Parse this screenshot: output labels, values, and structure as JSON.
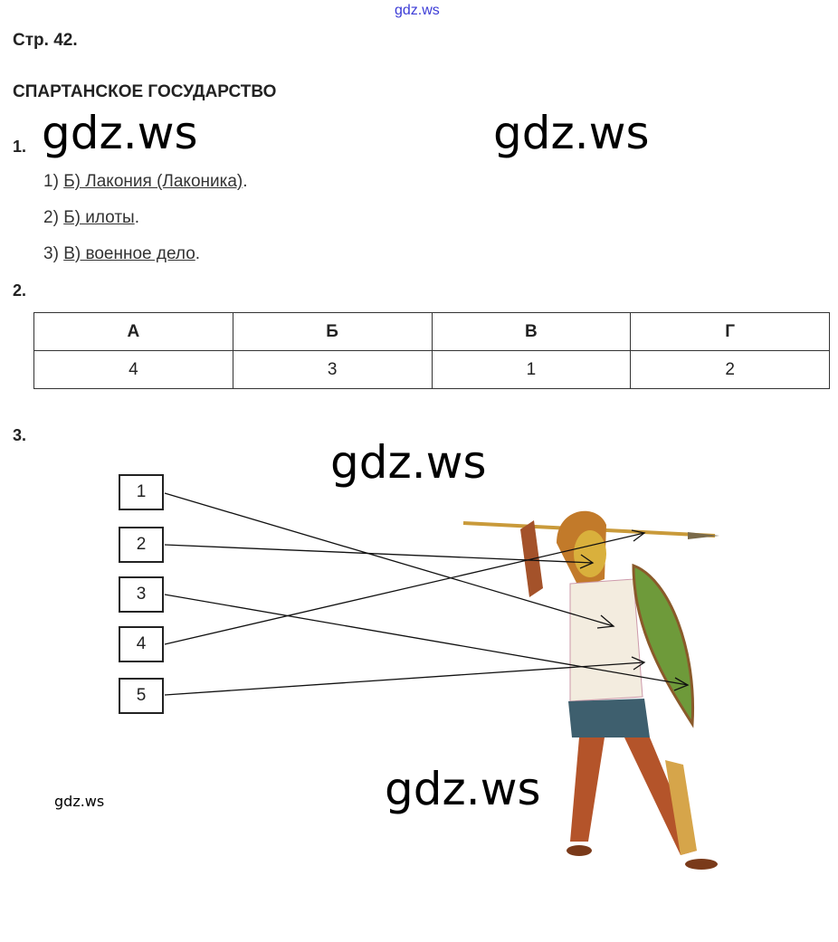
{
  "watermark_top": "gdz.ws",
  "page_label": "Стр. 42.",
  "title": "СПАРТАНСКОЕ ГОСУДАРСТВО",
  "watermark": "gdz.ws",
  "task1": {
    "number": "1.",
    "items": [
      {
        "prefix": "1)",
        "answer": "Б) Лакония (Лаконика)",
        "suffix": "."
      },
      {
        "prefix": "2)",
        "answer": "Б) илоты",
        "suffix": "."
      },
      {
        "prefix": "3)",
        "answer": "В) военное дело",
        "suffix": "."
      }
    ]
  },
  "task2": {
    "number": "2.",
    "headers": [
      "А",
      "Б",
      "В",
      "Г"
    ],
    "values": [
      "4",
      "3",
      "1",
      "2"
    ]
  },
  "task3": {
    "number": "3.",
    "labels": [
      "1",
      "2",
      "3",
      "4",
      "5"
    ]
  },
  "watermark_small": "gdz.ws"
}
